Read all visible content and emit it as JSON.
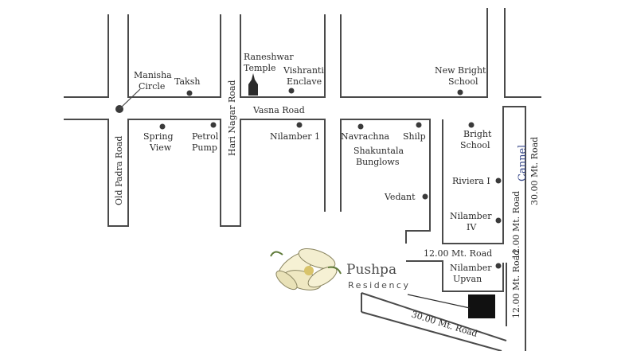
{
  "map": {
    "brand": {
      "title": "Pushpa",
      "subtitle": "Residency"
    },
    "roads": {
      "old_padra": "Old Padra Road",
      "hari_nagar": "Hari Nagar Road",
      "vasna": "Vasna Road",
      "road_12_h": "12.00 Mt. Road",
      "road_12_v1": "12.00 Mt. Road",
      "road_12_v2": "12.00 Mt. Road",
      "road_30_bottom": "30.00 Mt. Road",
      "road_30_right": "30.00 Mt. Road",
      "cannel": "Cannel"
    },
    "places": {
      "manisha_1": "Manisha",
      "manisha_2": "Circle",
      "taksh": "Taksh",
      "raneshwar_1": "Raneshwar",
      "raneshwar_2": "Temple",
      "vishranti_1": "Vishranti",
      "vishranti_2": "Enclave",
      "new_bright_1": "New Bright",
      "new_bright_2": "School",
      "spring_1": "Spring",
      "spring_2": "View",
      "petrol_1": "Petrol",
      "petrol_2": "Pump",
      "nilamber1": "Nilamber 1",
      "navrachna": "Navrachna",
      "shilp": "Shilp",
      "shakuntala_1": "Shakuntala",
      "shakuntala_2": "Bunglows",
      "bright_1": "Bright",
      "bright_2": "School",
      "riviera": "Riviera I",
      "vedant": "Vedant",
      "nilamber4_1": "Nilamber",
      "nilamber4_2": "IV",
      "upvan_1": "Nilamber",
      "upvan_2": "Upvan"
    },
    "colors": {
      "road_outline": "#4a4a4a",
      "marker": "#3a3a3a",
      "cannel_text": "#3a4a8a"
    }
  }
}
